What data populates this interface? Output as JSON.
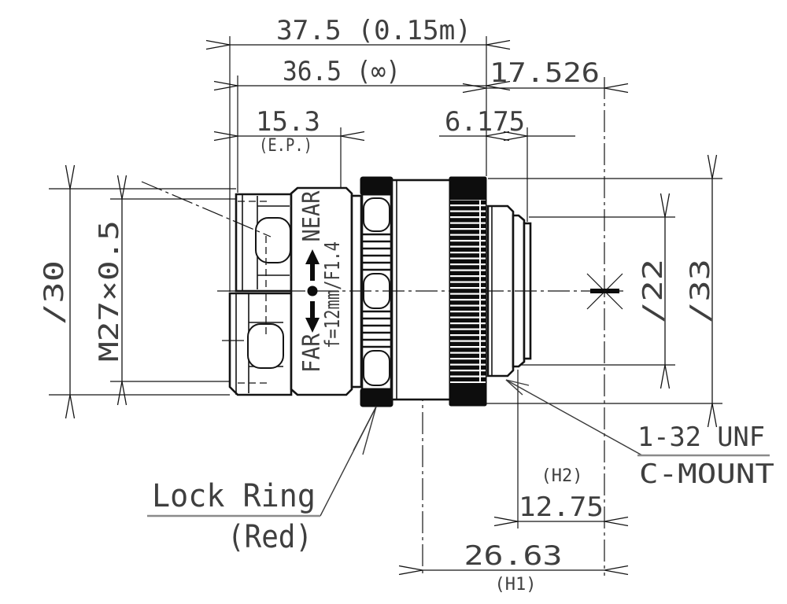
{
  "title": "c-mount-lens-dimension-drawing",
  "dimensions": {
    "overall_length_near": "37.5 (0.15m)",
    "overall_length_inf": "36.5 (∞)",
    "flange_focal_distance": "17.526",
    "entrance_pupil": "15.3",
    "entrance_pupil_note": "(E.P.)",
    "rear_protrusion": "6.175",
    "front_diameter": "∕30",
    "filter_thread": "M27×0.5",
    "rear_tube_diameter": "∕22",
    "barrel_diameter": "∕33",
    "h2_value": "12.75",
    "h2_note": "(H2)",
    "h1_value": "26.63",
    "h1_note": "(H1)"
  },
  "focus_ring": {
    "near_label": "NEAR",
    "far_label": "FAR",
    "lens_spec": "f=12mm/F1.4"
  },
  "callouts": {
    "lock_ring_line1": "Lock Ring",
    "lock_ring_line2": "(Red)",
    "mount_line1": "1-32 UNF",
    "mount_line2": "C-MOUNT"
  },
  "colors": {
    "line": "#141414",
    "text": "#3f3f3f",
    "underline": "#8a8a8a",
    "background": "#ffffff"
  }
}
